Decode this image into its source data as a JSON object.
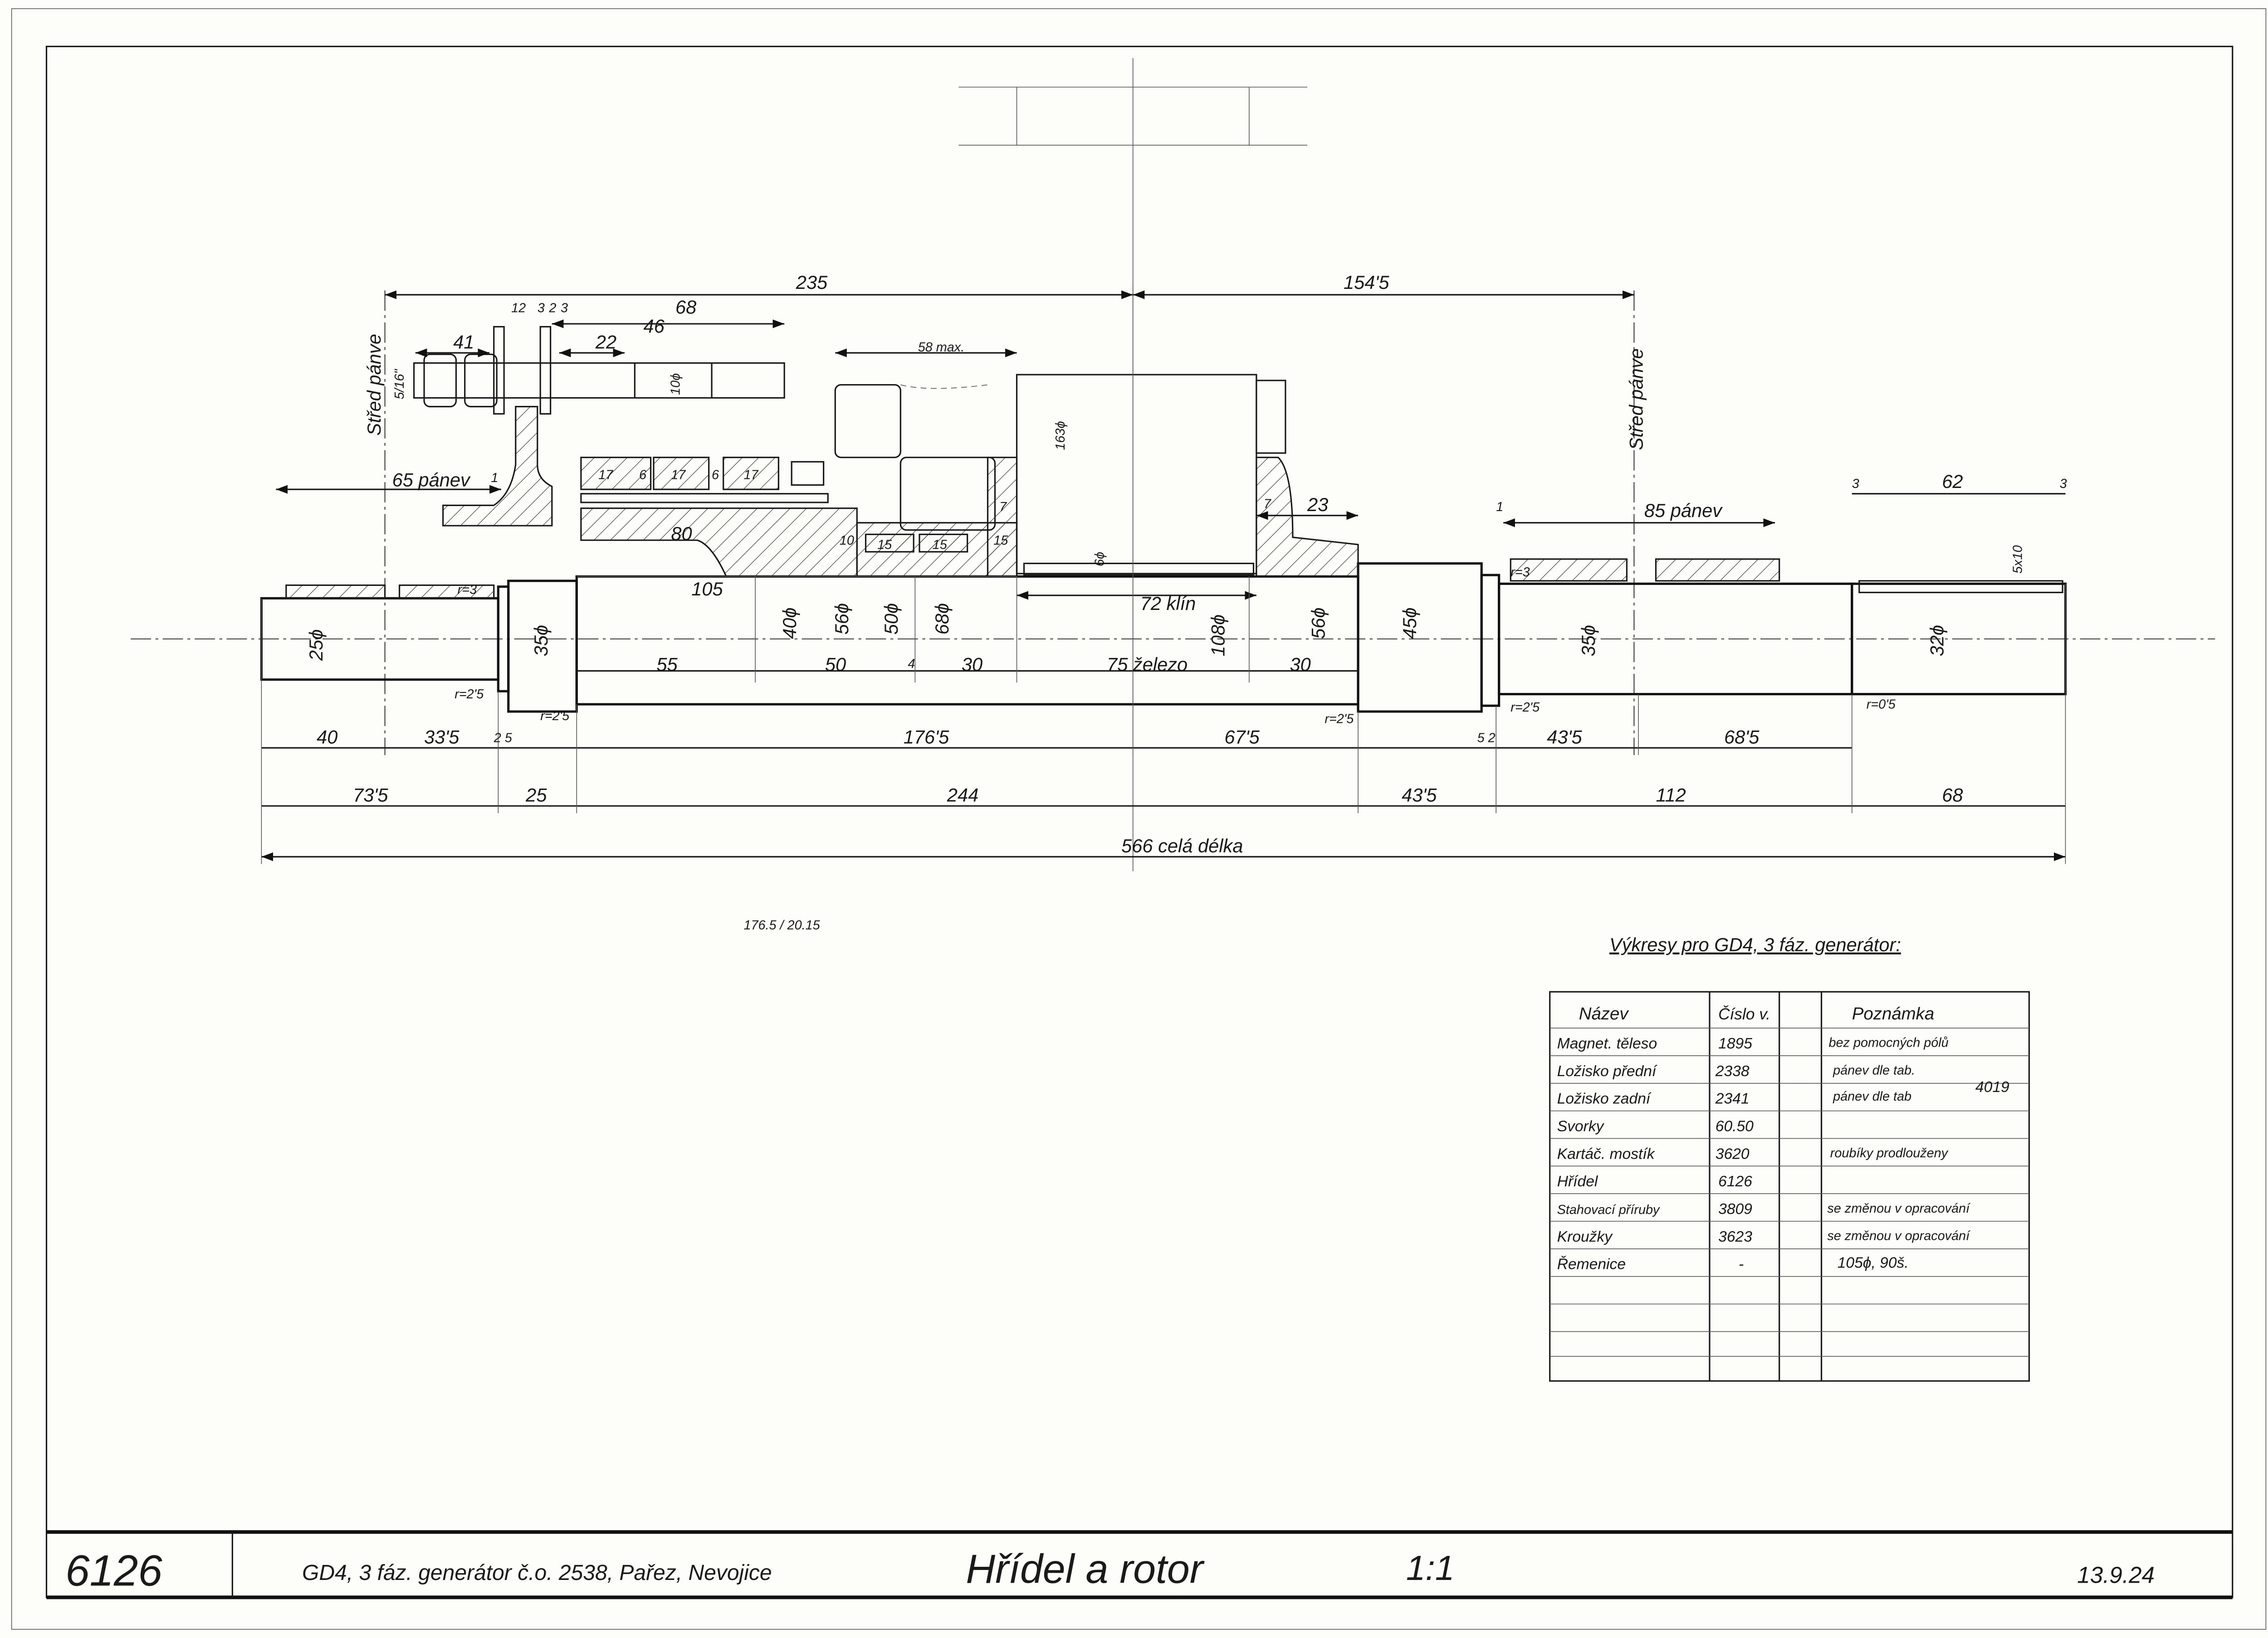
{
  "title_block": {
    "drawing_number": "6126",
    "project": "GD4, 3 fáz. generátor č.o. 2538, Pařez, Nevojice",
    "title": "Hřídel a rotor",
    "scale": "1:1",
    "date": "13.9.24"
  },
  "labels": {
    "stred_panve_left": "Střed pánve",
    "stred_panve_right": "Střed pánve",
    "panev_65": "65 pánev",
    "panev_85": "85 pánev",
    "total_length": "566 celá délka",
    "side_note": "176.5 / 20.15"
  },
  "dims": {
    "d235": "235",
    "d1545": "154'5",
    "d12": "12",
    "d3a": "3",
    "d2": "2",
    "d3b": "3",
    "d68top": "68",
    "d46": "46",
    "d41": "41",
    "d22": "22",
    "d516": "5/16\"",
    "d10dia": "10ϕ",
    "d58": "58 max.",
    "d163": "163ϕ",
    "d17a": "17",
    "d6a": "6",
    "d17b": "17",
    "d6b": "6",
    "d17c": "17",
    "d1a": "1",
    "d80": "80",
    "d10": "10",
    "d15a": "15",
    "d15b": "15",
    "d15c": "15",
    "d7a": "7",
    "d7b": "7",
    "d6dia": "6ϕ",
    "d23": "23",
    "d1b": "1",
    "d3c": "3",
    "d62": "62",
    "d3d": "3",
    "d5x10": "5x10",
    "r3": "r=3",
    "r25a": "r=2'5",
    "r25b": "r=2'5",
    "r25c": "r=2'5",
    "r25d": "r=2'5",
    "r3b": "r=3",
    "r05": "r=0'5",
    "d105": "105",
    "d72": "72 klín",
    "d25dia": "25ϕ",
    "d35dia": "35ϕ",
    "d40dia": "40ϕ",
    "d56dia": "56ϕ",
    "d50dia": "50ϕ",
    "d68dia": "68ϕ",
    "d108dia": "108ϕ",
    "d56dia2": "56ϕ",
    "d45dia": "45ϕ",
    "d35dia2": "35ϕ",
    "d32dia": "32ϕ",
    "d55": "55",
    "d50": "50",
    "d4": "4",
    "d30a": "30",
    "d75": "75 železo",
    "d30b": "30",
    "d40": "40",
    "d335": "33'5",
    "d25s": "2 5",
    "d1765": "176'5",
    "d675": "67'5",
    "d52": "5 2",
    "d435a": "43'5",
    "d685": "68'5",
    "d735": "73'5",
    "d25": "25",
    "d244": "244",
    "d435b": "43'5",
    "d112": "112",
    "d68": "68"
  },
  "parts_table": {
    "heading": "Výkresy pro GD4, 3 fáz. generátor:",
    "columns": [
      "Název",
      "Číslo v.",
      "",
      "Poznámka"
    ],
    "rows": [
      {
        "name": "Magnet. těleso",
        "number": "1895",
        "note": "bez pomocných pólů"
      },
      {
        "name": "Ložisko přední",
        "number": "2338",
        "note": "pánev dle tab."
      },
      {
        "name": "Ložisko zadní",
        "number": "2341",
        "note": "pánev dle tab"
      },
      {
        "name": "Svorky",
        "number": "60.50",
        "note": ""
      },
      {
        "name": "Kartáč. mostík",
        "number": "3620",
        "note": "roubíky prodlouženy"
      },
      {
        "name": "Hřídel",
        "number": "6126",
        "note": ""
      },
      {
        "name": "Stahovací příruby",
        "number": "3809",
        "note": "se změnou v opracování"
      },
      {
        "name": "Kroužky",
        "number": "3623",
        "note": "se změnou v opracování"
      },
      {
        "name": "Řemenice",
        "number": "-",
        "note": "105ϕ, 90š."
      }
    ],
    "brace_note": "4019"
  }
}
